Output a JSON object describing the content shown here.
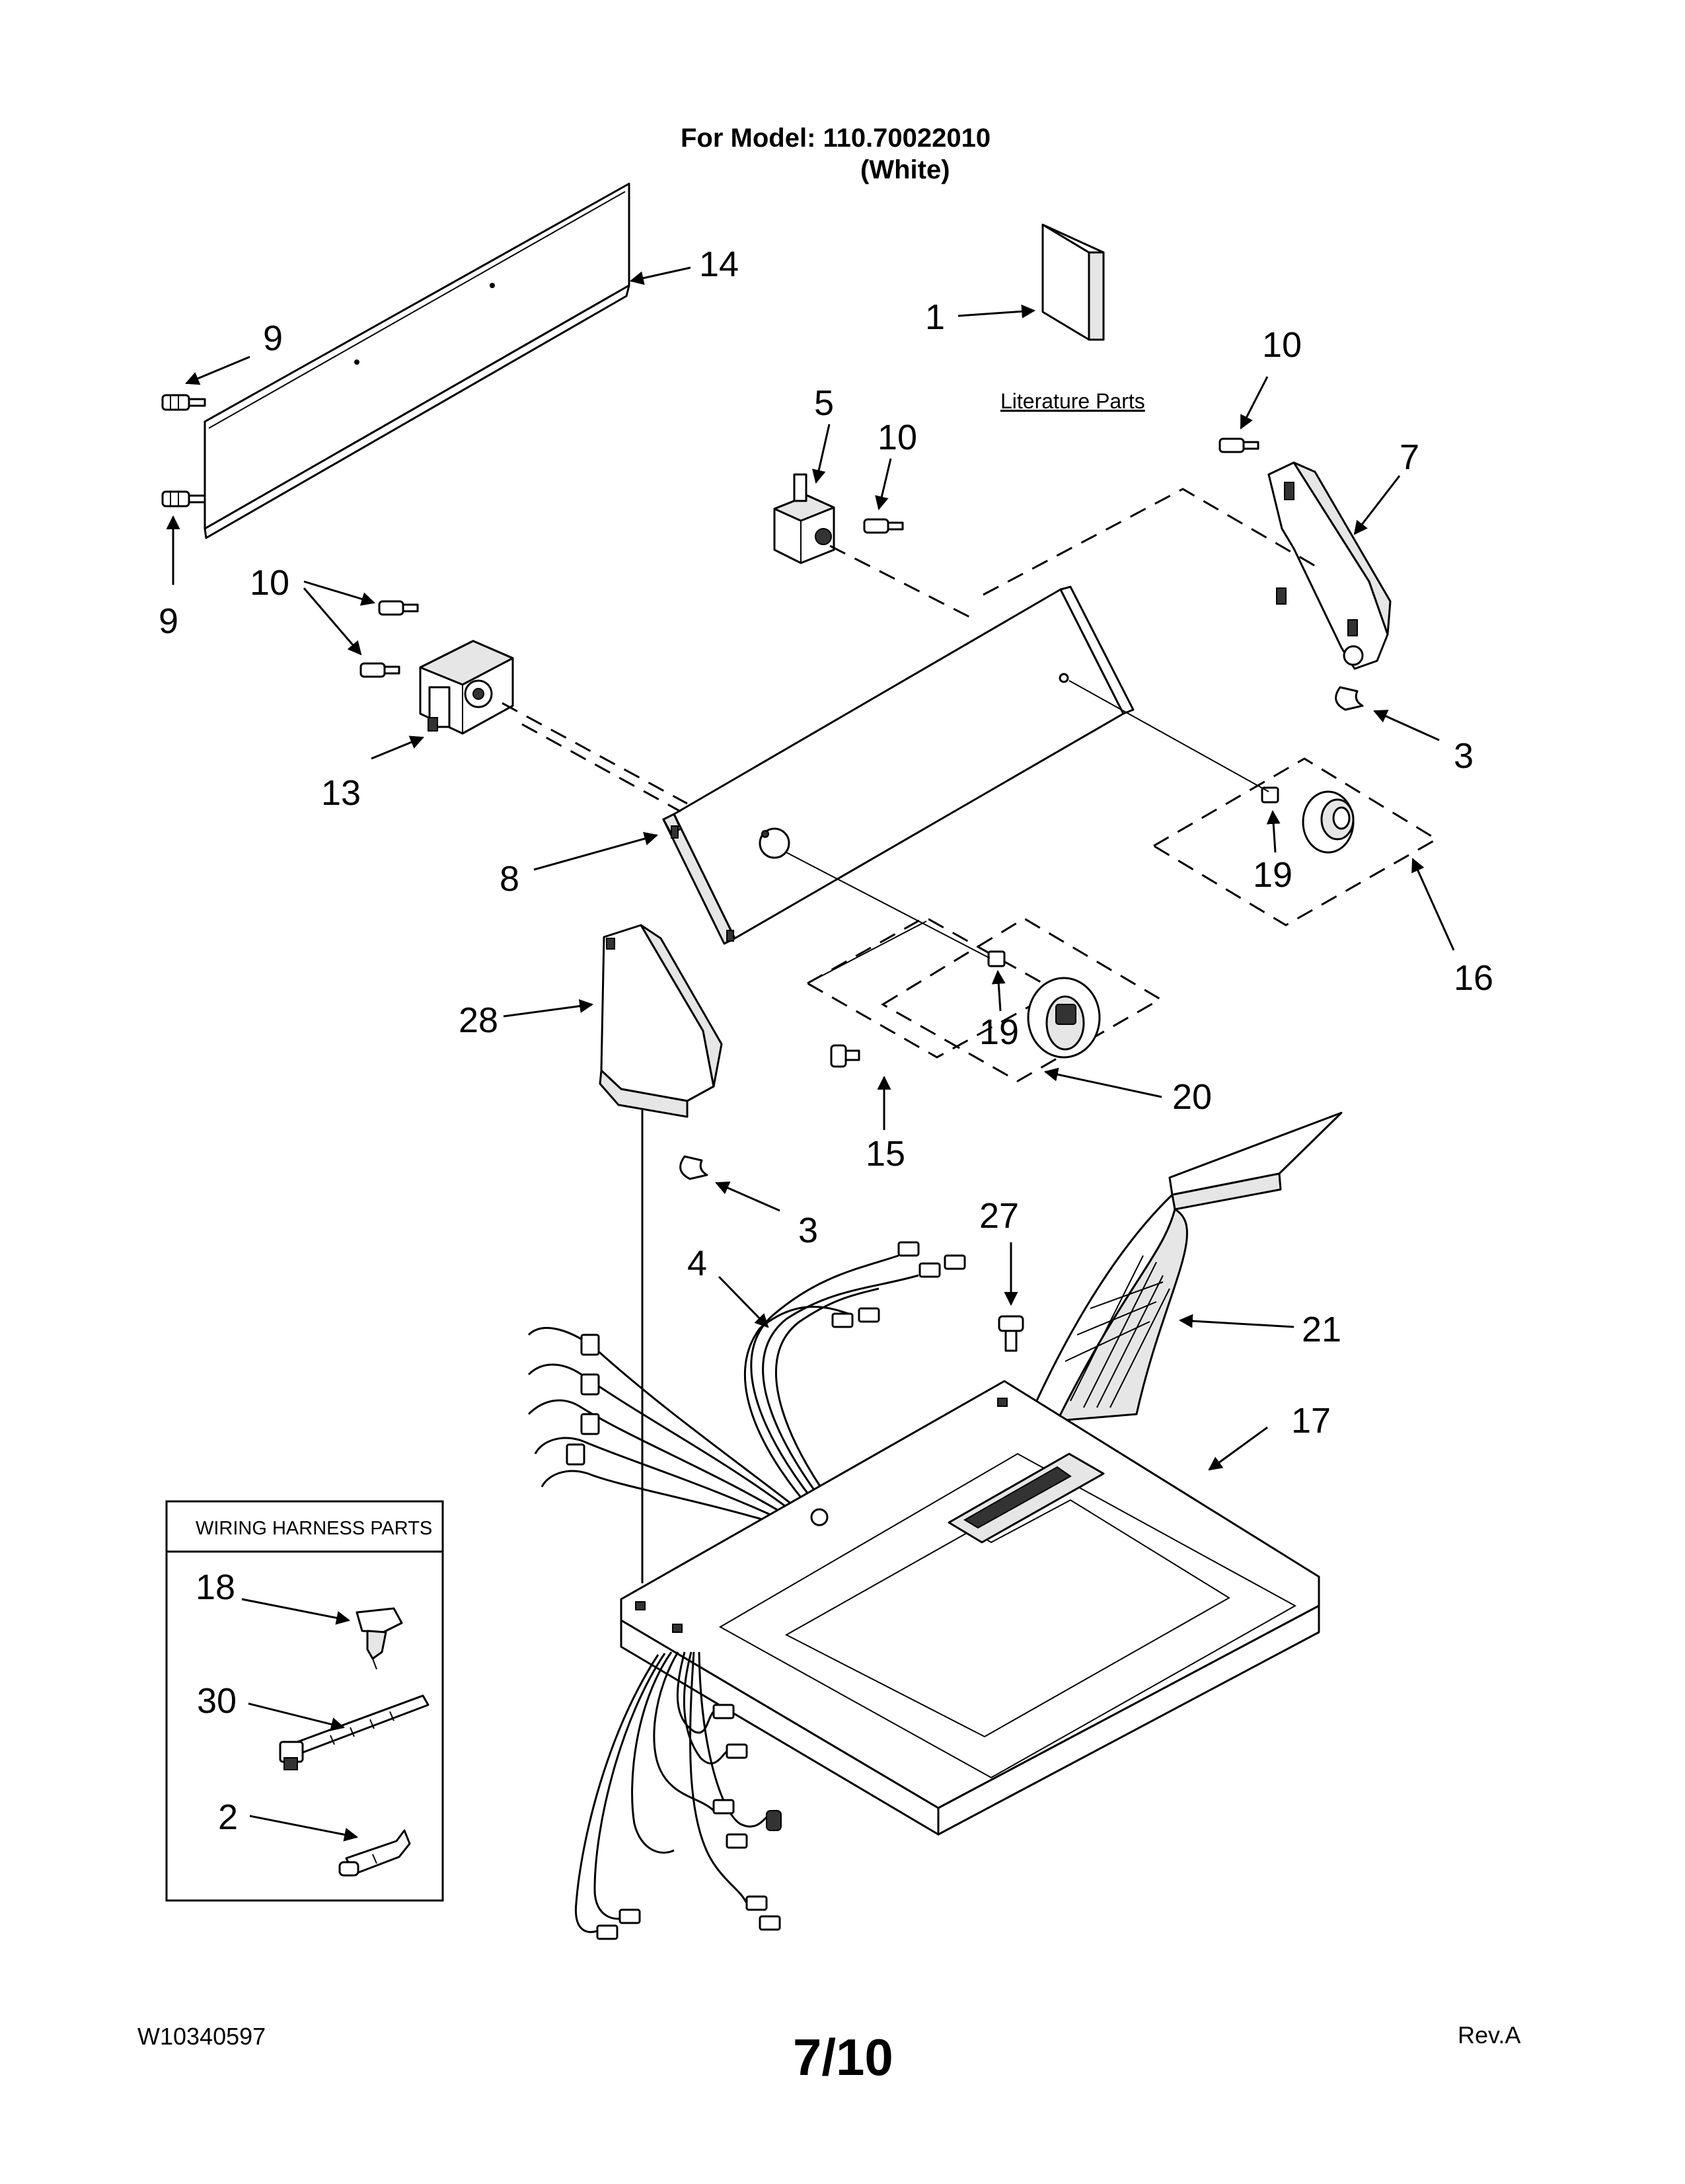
{
  "header": {
    "model_line": "For Model: 110.70022010",
    "color_line": "(White)"
  },
  "literature": {
    "label": "Literature Parts"
  },
  "callouts": {
    "c1": "1",
    "c2": "2",
    "c3a": "3",
    "c3b": "3",
    "c4": "4",
    "c5": "5",
    "c7": "7",
    "c8": "8",
    "c9a": "9",
    "c9b": "9",
    "c10a": "10",
    "c10b": "10",
    "c10c": "10",
    "c13": "13",
    "c14": "14",
    "c15": "15",
    "c16": "16",
    "c17": "17",
    "c18": "18",
    "c19a": "19",
    "c19b": "19",
    "c20": "20",
    "c21": "21",
    "c27": "27",
    "c28": "28",
    "c30": "30"
  },
  "wiring_box": {
    "title": "WIRING HARNESS PARTS"
  },
  "footer": {
    "doc_number": "W10340597",
    "page": "7/10",
    "revision": "Rev.A"
  }
}
